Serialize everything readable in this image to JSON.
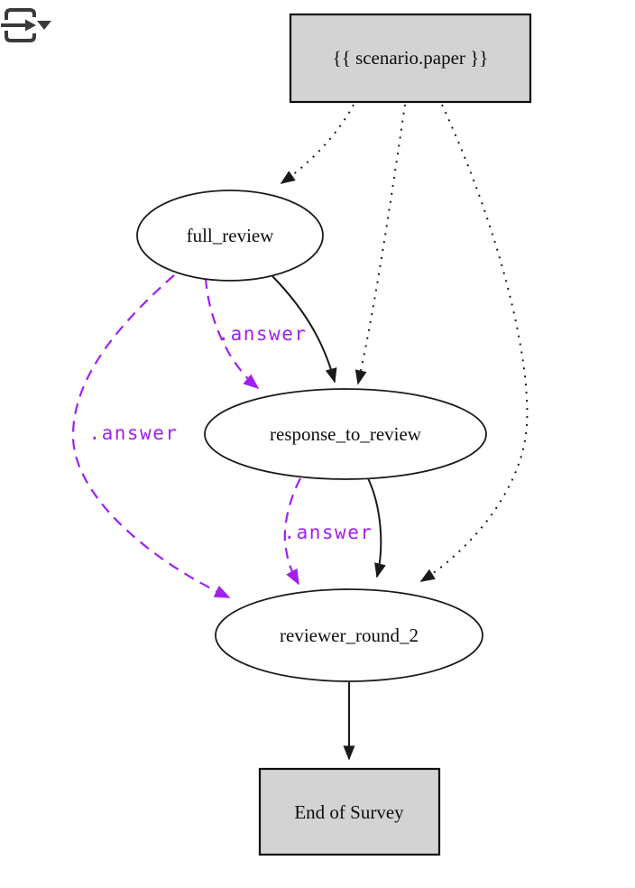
{
  "toolbar": {
    "icon": "flow-export-icon"
  },
  "diagram": {
    "type": "survey-flow-graph",
    "colors": {
      "background": "#ffffff",
      "box_fill": "#d3d3d3",
      "ellipse_fill": "#ffffff",
      "edge_black": "#1a1a1a",
      "edge_purple": "#a020f0"
    },
    "nodes": {
      "scenario_paper": {
        "label": "{{ scenario.paper }}",
        "shape": "box"
      },
      "full_review": {
        "label": "full_review",
        "shape": "ellipse"
      },
      "response_to_review": {
        "label": "response_to_review",
        "shape": "ellipse"
      },
      "reviewer_round_2": {
        "label": "reviewer_round_2",
        "shape": "ellipse"
      },
      "end_of_survey": {
        "label": "End of Survey",
        "shape": "box"
      }
    },
    "edges": [
      {
        "from": "scenario_paper",
        "to": "full_review",
        "style": "dotted",
        "color": "#1a1a1a",
        "label": ""
      },
      {
        "from": "scenario_paper",
        "to": "response_to_review",
        "style": "dotted",
        "color": "#1a1a1a",
        "label": ""
      },
      {
        "from": "scenario_paper",
        "to": "reviewer_round_2",
        "style": "dotted",
        "color": "#1a1a1a",
        "label": ""
      },
      {
        "from": "full_review",
        "to": "response_to_review",
        "style": "solid",
        "color": "#1a1a1a",
        "label": ""
      },
      {
        "from": "response_to_review",
        "to": "reviewer_round_2",
        "style": "solid",
        "color": "#1a1a1a",
        "label": ""
      },
      {
        "from": "reviewer_round_2",
        "to": "end_of_survey",
        "style": "solid",
        "color": "#1a1a1a",
        "label": ""
      },
      {
        "from": "full_review",
        "to": "response_to_review",
        "style": "dashed",
        "color": "#a020f0",
        "label": ".answer"
      },
      {
        "from": "full_review",
        "to": "reviewer_round_2",
        "style": "dashed",
        "color": "#a020f0",
        "label": ".answer"
      },
      {
        "from": "response_to_review",
        "to": "reviewer_round_2",
        "style": "dashed",
        "color": "#a020f0",
        "label": ".answer"
      }
    ]
  }
}
